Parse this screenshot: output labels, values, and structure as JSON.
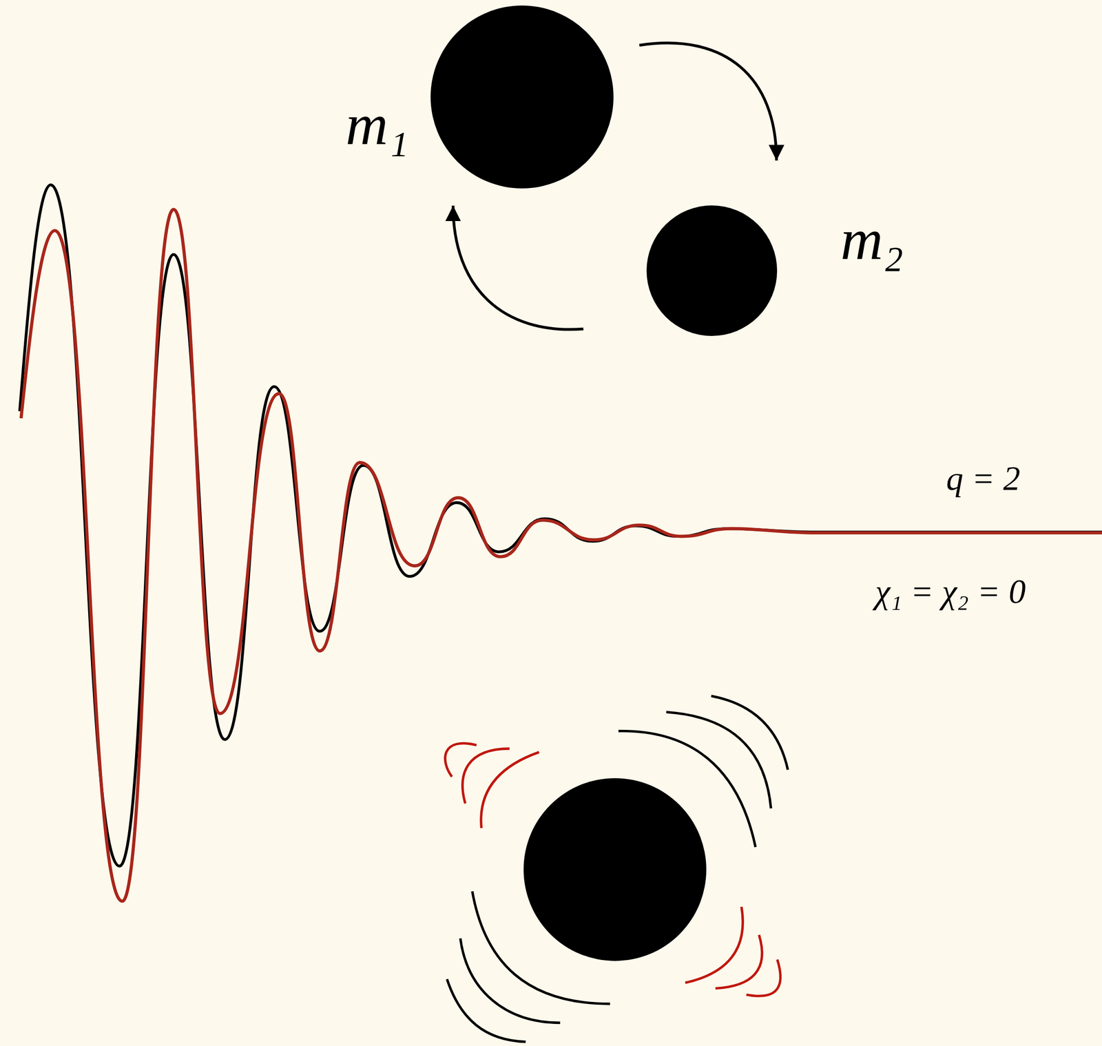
{
  "diagram": {
    "nodes": [
      {
        "text": [
          "m₁"
        ]
      },
      {
        "text": [
          "m₂"
        ]
      }
    ],
    "edges": [
      {
        "from": 0,
        "to": 1,
        "arrow": "to"
      },
      {
        "from": 1,
        "to": 0,
        "arrow": "to"
      }
    ],
    "labels": [
      "q = 2",
      "χ₁ = χ₂ = 0"
    ]
  }
}
